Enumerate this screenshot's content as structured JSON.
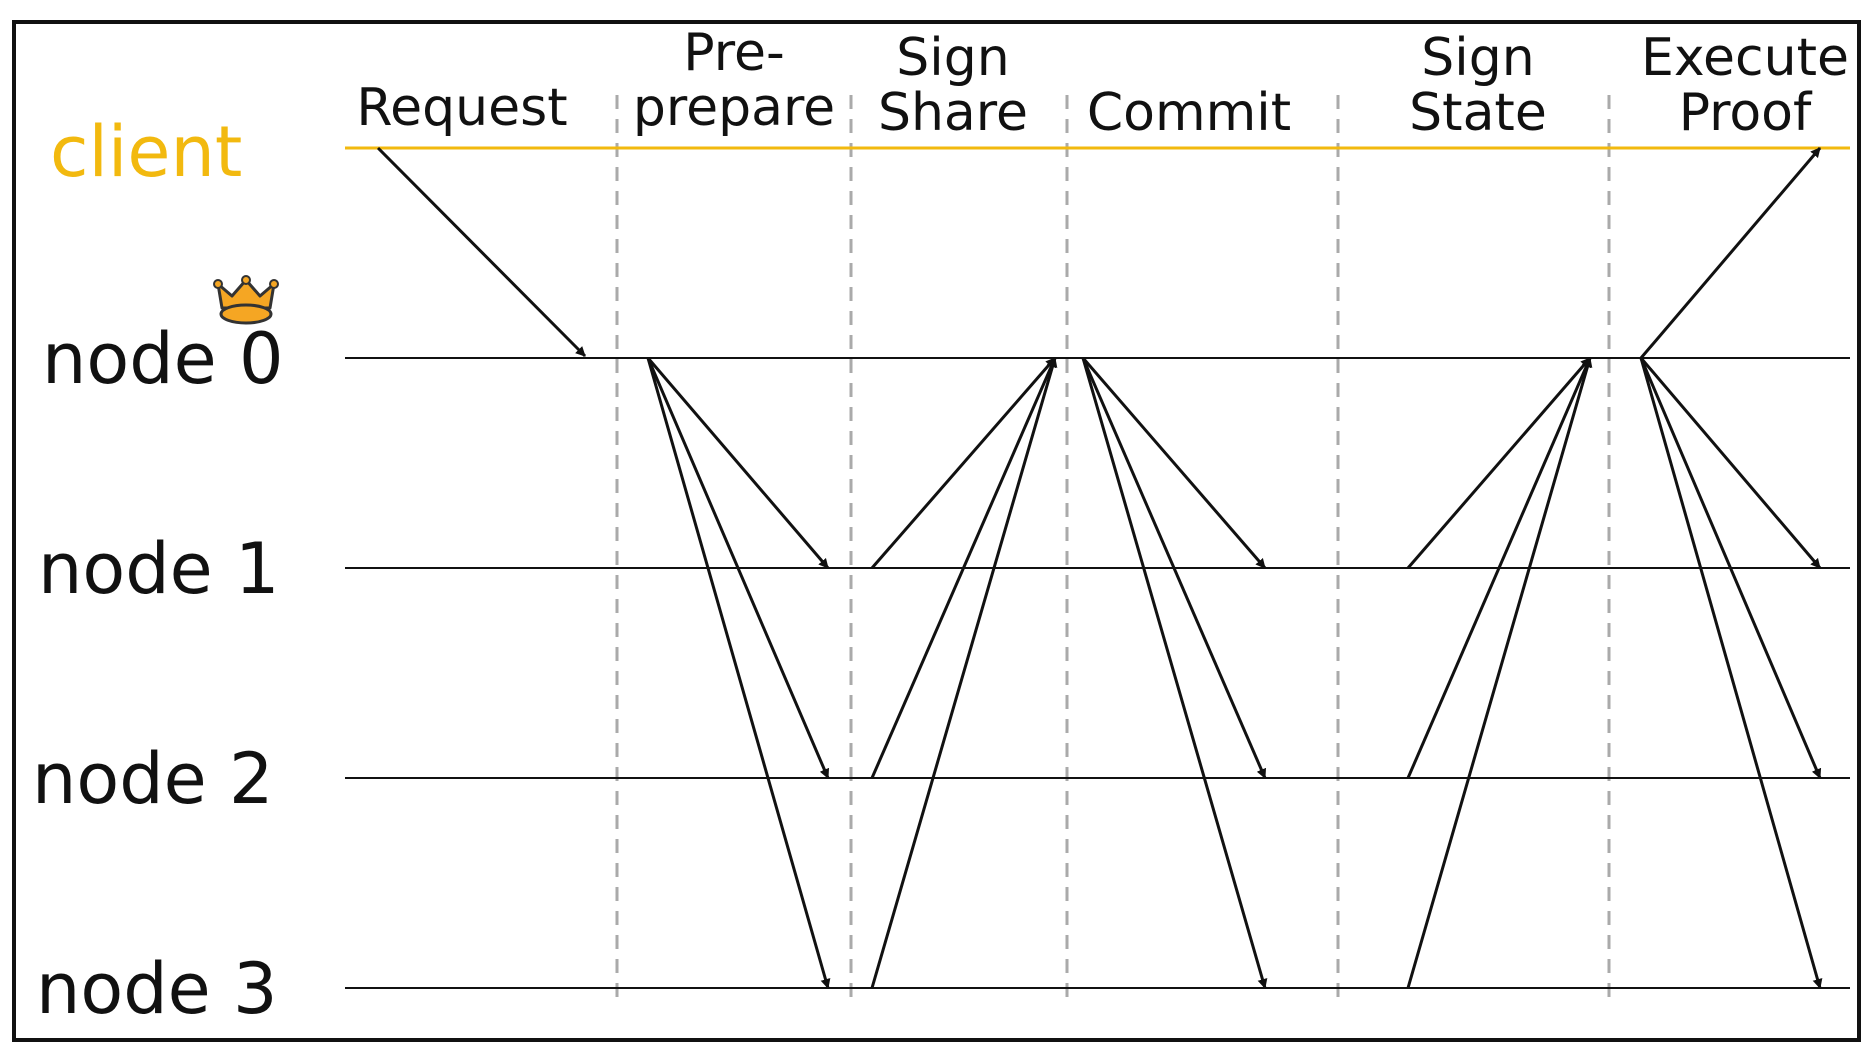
{
  "participants": [
    {
      "id": "client",
      "label": "client",
      "color": "#F2B90F"
    },
    {
      "id": "node0",
      "label": "node 0",
      "leader": true
    },
    {
      "id": "node1",
      "label": "node 1"
    },
    {
      "id": "node2",
      "label": "node 2"
    },
    {
      "id": "node3",
      "label": "node 3"
    }
  ],
  "phases": [
    {
      "id": "request",
      "lines": [
        "Request"
      ]
    },
    {
      "id": "pre-prepare",
      "lines": [
        "Pre-",
        "prepare"
      ]
    },
    {
      "id": "sign-share",
      "lines": [
        "Sign",
        "Share"
      ]
    },
    {
      "id": "commit",
      "lines": [
        "Commit"
      ]
    },
    {
      "id": "sign-state",
      "lines": [
        "Sign",
        "State"
      ]
    },
    {
      "id": "execute-proof",
      "lines": [
        "Execute",
        "Proof"
      ]
    }
  ],
  "messages": [
    {
      "phase": "request",
      "from": "client",
      "to": "node0"
    },
    {
      "phase": "pre-prepare",
      "from": "node0",
      "to": "node1"
    },
    {
      "phase": "pre-prepare",
      "from": "node0",
      "to": "node2"
    },
    {
      "phase": "pre-prepare",
      "from": "node0",
      "to": "node3"
    },
    {
      "phase": "sign-share",
      "from": "node1",
      "to": "node0"
    },
    {
      "phase": "sign-share",
      "from": "node2",
      "to": "node0"
    },
    {
      "phase": "sign-share",
      "from": "node3",
      "to": "node0"
    },
    {
      "phase": "commit",
      "from": "node0",
      "to": "node1"
    },
    {
      "phase": "commit",
      "from": "node0",
      "to": "node2"
    },
    {
      "phase": "commit",
      "from": "node0",
      "to": "node3"
    },
    {
      "phase": "sign-state",
      "from": "node1",
      "to": "node0"
    },
    {
      "phase": "sign-state",
      "from": "node2",
      "to": "node0"
    },
    {
      "phase": "sign-state",
      "from": "node3",
      "to": "node0"
    },
    {
      "phase": "execute-proof",
      "from": "node0",
      "to": "client"
    },
    {
      "phase": "execute-proof",
      "from": "node0",
      "to": "node1"
    },
    {
      "phase": "execute-proof",
      "from": "node0",
      "to": "node2"
    },
    {
      "phase": "execute-proof",
      "from": "node0",
      "to": "node3"
    }
  ],
  "icons": {
    "leader": "crown-icon"
  },
  "colors": {
    "client": "#F2B90F",
    "crown_fill": "#F5A623",
    "crown_stroke": "#333333",
    "divider": "#AAAAAA",
    "line": "#111111"
  }
}
